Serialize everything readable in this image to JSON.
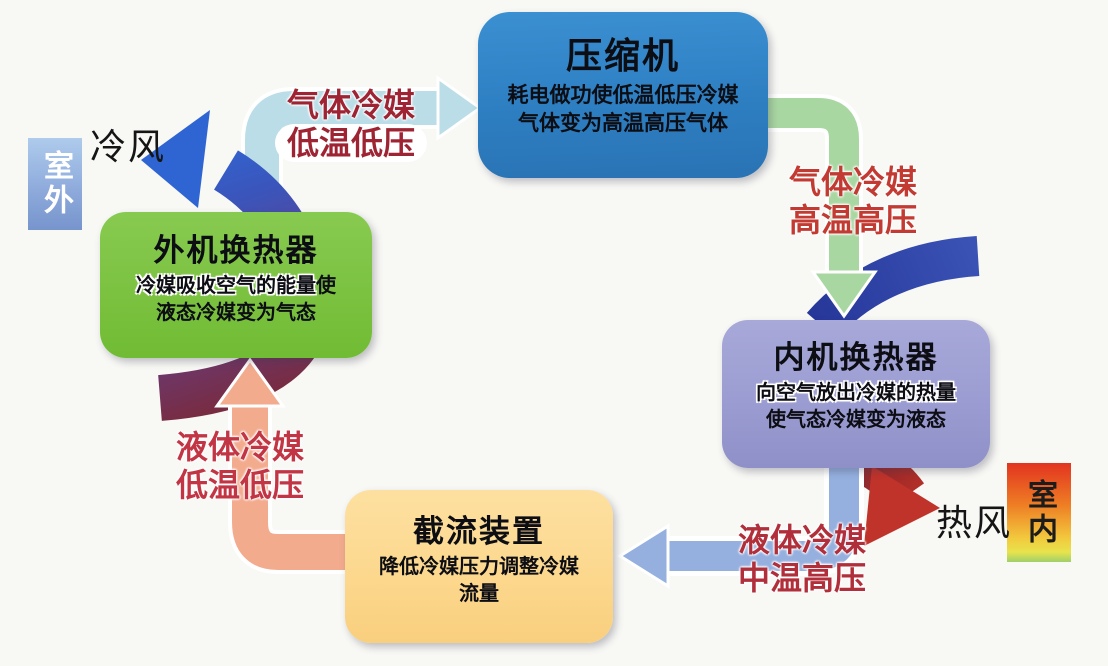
{
  "environment": {
    "outdoor_tag": "室外",
    "indoor_tag": "室内",
    "cold_wind": "冷风",
    "hot_wind": "热风"
  },
  "nodes": {
    "compressor": {
      "title": "压缩机",
      "desc1": "耗电做功使低温低压冷媒",
      "desc2": "气体变为高温高压气体",
      "color": "#2e80c4"
    },
    "outdoor_exchanger": {
      "title": "外机换热器",
      "desc1_highlight": "冷媒吸收空气的能量",
      "desc1_tail": "使",
      "desc2": "液态冷媒变为气态",
      "color": "#7cc241"
    },
    "indoor_exchanger": {
      "title": "内机换热器",
      "desc1_highlight": "向空气放出冷媒的热量",
      "desc1_tail": "",
      "desc2": "使气态冷媒变为液态",
      "color": "#9b9cd1"
    },
    "throttle": {
      "title": "截流装置",
      "desc1": "降低冷媒压力调整冷媒",
      "desc2": "流量",
      "color": "#fcd88e"
    }
  },
  "flows": {
    "outdoor_to_compressor": {
      "state": "气体冷媒",
      "condition": "低温低压",
      "pipe_color": "#badde7",
      "label_color": "#9e2433"
    },
    "compressor_to_indoor": {
      "state": "气体冷媒",
      "condition": "高温高压",
      "pipe_color": "#a9d7a2",
      "label_color": "#c23a31"
    },
    "indoor_to_throttle": {
      "state": "液体冷媒",
      "condition": "中温高压",
      "pipe_color": "#95b0df",
      "label_color": "#b02f3a"
    },
    "throttle_to_outdoor": {
      "state": "液体冷媒",
      "condition": "低温低压",
      "pipe_color": "#f3ab8e",
      "label_color": "#c23545"
    }
  },
  "air_arrows": {
    "cold_out_color": "#2f65d2",
    "hot_out_color": "#c0332a",
    "indoor_intake_color": "#2c3f9e",
    "outdoor_intake_color": "#7a2a3a"
  }
}
